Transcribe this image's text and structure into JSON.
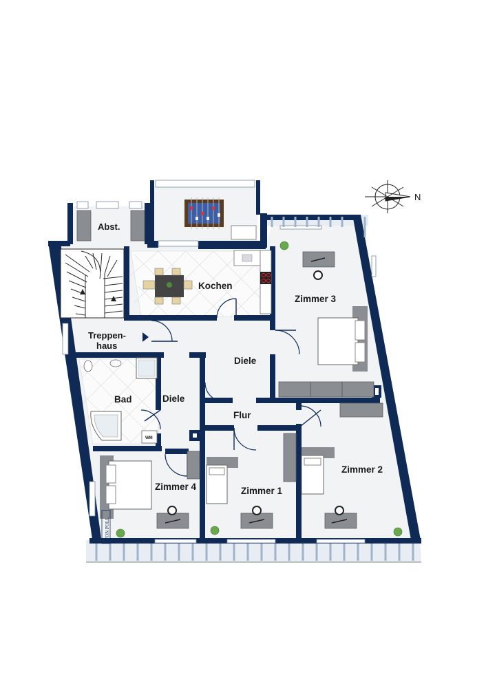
{
  "rooms": {
    "abst": "Abst.",
    "kochen": "Kochen",
    "zimmer3": "Zimmer 3",
    "treppenhaus_line1": "Treppen-",
    "treppenhaus_line2": "haus",
    "diele_main": "Diele",
    "bad": "Bad",
    "diele_small": "Diele",
    "flur": "Flur",
    "zimmer2": "Zimmer 2",
    "zimmer4": "Zimmer 4",
    "zimmer1": "Zimmer 1"
  },
  "fixtures": {
    "washing_machine": "WM"
  },
  "compass": {
    "direction": "N"
  },
  "watermark": {
    "text": "VON POLL"
  },
  "colors": {
    "wall": "#0e2a55",
    "floor": "#f2f3f5",
    "furniture": "#8a8d92"
  }
}
